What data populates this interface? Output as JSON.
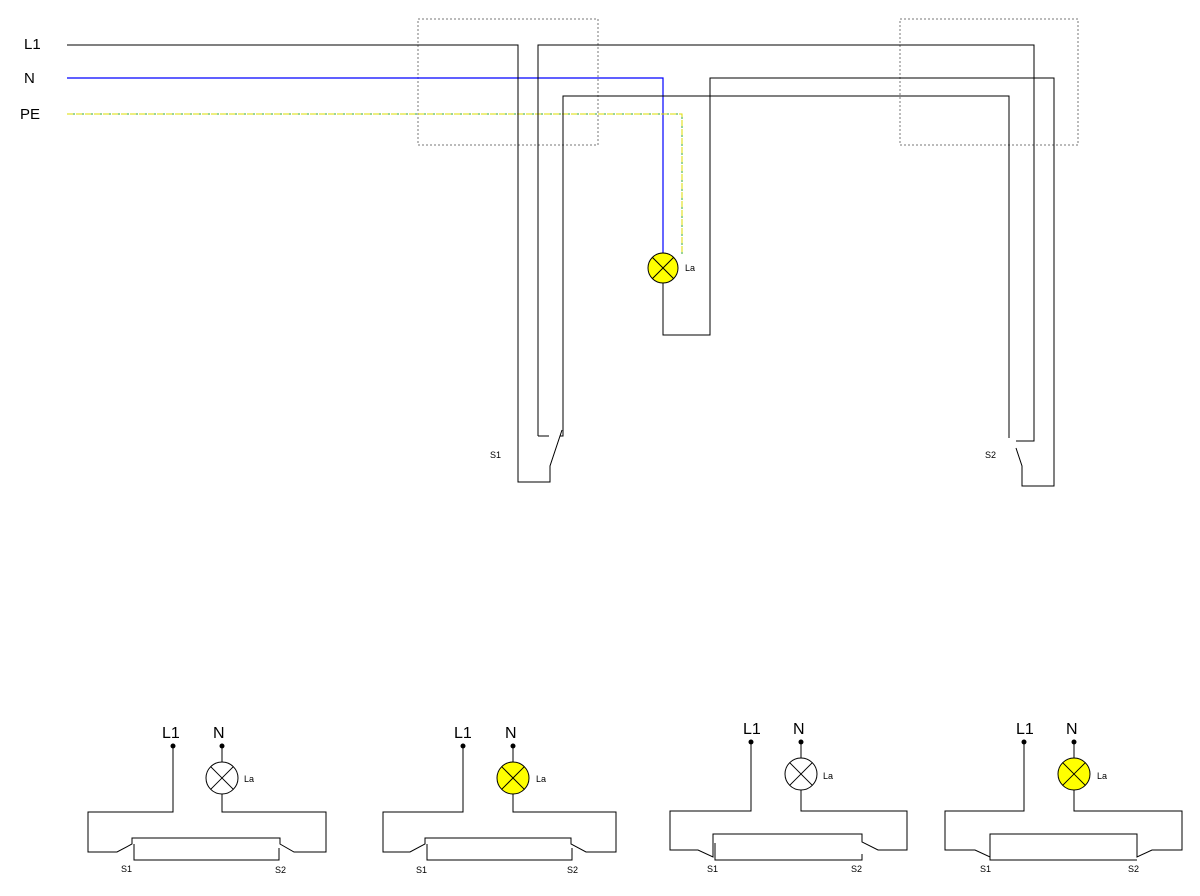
{
  "main": {
    "bus_labels": {
      "l1": "L1",
      "n": "N",
      "pe": "PE"
    },
    "lamp_label": "La",
    "switch1_label": "S1",
    "switch2_label": "S2"
  },
  "states": [
    {
      "l1": "L1",
      "n": "N",
      "lamp": "La",
      "s1": "S1",
      "s2": "S2",
      "lamp_on": false
    },
    {
      "l1": "L1",
      "n": "N",
      "lamp": "La",
      "s1": "S1",
      "s2": "S2",
      "lamp_on": true
    },
    {
      "l1": "L1",
      "n": "N",
      "lamp": "La",
      "s1": "S1",
      "s2": "S2",
      "lamp_on": false
    },
    {
      "l1": "L1",
      "n": "N",
      "lamp": "La",
      "s1": "S1",
      "s2": "S2",
      "lamp_on": true
    }
  ],
  "colors": {
    "wire": "#000000",
    "neutral": "#0000ff",
    "pe_green": "#33aa33",
    "pe_yellow": "#dddd00",
    "lamp_on_fill": "#ffff00",
    "lamp_off_fill": "#ffffff"
  }
}
